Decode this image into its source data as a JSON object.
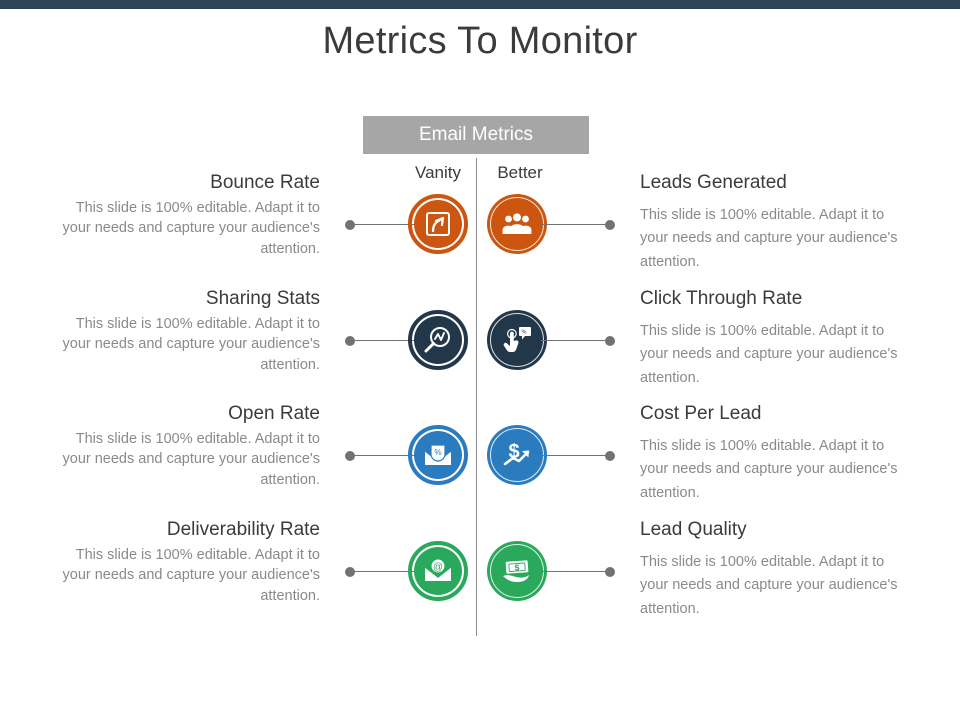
{
  "slide": {
    "title": "Metrics To Monitor",
    "accent_bar_color": "#2e4354"
  },
  "center": {
    "header_label": "Email Metrics",
    "header_bg": "#a6a6a6",
    "column_labels": {
      "vanity": "Vanity",
      "better": "Better"
    }
  },
  "body_text": "This slide is 100% editable. Adapt it to your needs and capture your audience's attention.",
  "rows": [
    {
      "color": "#cc5510",
      "left": {
        "title": "Bounce Rate",
        "body": "This slide is 100% editable. Adapt it to your needs and capture your audience's attention.",
        "icon": "branch-arrow-square-icon"
      },
      "right": {
        "title": "Leads Generated",
        "body": "This slide is 100% editable. Adapt it to your needs and capture your audience's attention.",
        "icon": "people-group-icon"
      }
    },
    {
      "color": "#23374a",
      "left": {
        "title": "Sharing Stats",
        "body": "This slide is 100% editable. Adapt it to your needs and capture your audience's attention.",
        "icon": "magnifier-chart-icon"
      },
      "right": {
        "title": "Click Through Rate",
        "body": "This slide is 100% editable. Adapt it to your needs and capture your audience's attention.",
        "icon": "hand-click-popup-icon"
      }
    },
    {
      "color": "#2b7cbf",
      "left": {
        "title": "Open Rate",
        "body": "This slide is 100% editable. Adapt it to your needs and capture your audience's attention.",
        "icon": "envelope-percent-icon"
      },
      "right": {
        "title": "Cost Per Lead",
        "body": "This slide is 100% editable. Adapt it to your needs and capture your audience's attention.",
        "icon": "dollar-growth-arrow-icon"
      }
    },
    {
      "color": "#2aa85c",
      "left": {
        "title": "Deliverability Rate",
        "body": "This slide is 100% editable. Adapt it to your needs and capture your audience's attention.",
        "icon": "envelope-at-icon"
      },
      "right": {
        "title": "Lead Quality",
        "body": "This slide is 100% editable. Adapt it to your needs and capture your audience's attention.",
        "icon": "hand-money-icon"
      }
    }
  ]
}
